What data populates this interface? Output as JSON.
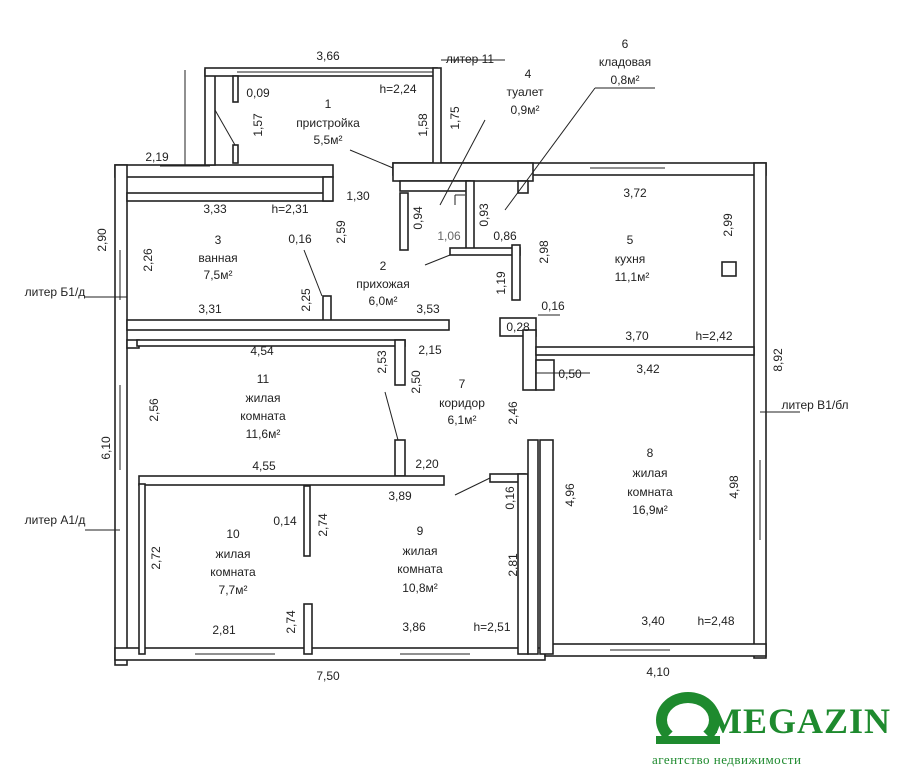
{
  "rooms": [
    {
      "id": "r1",
      "num": "1",
      "name": "пристройка",
      "area": "5,5м²",
      "h": "h=2,24"
    },
    {
      "id": "r2",
      "num": "2",
      "name": "прихожая",
      "area": "6,0м²"
    },
    {
      "id": "r3",
      "num": "3",
      "name": "ванная",
      "area": "7,5м²",
      "h": "h=2,31"
    },
    {
      "id": "r4",
      "num": "4",
      "name": "туалет",
      "area": "0,9м²"
    },
    {
      "id": "r5",
      "num": "5",
      "name": "кухня",
      "area": "11,1м²",
      "h": "h=2,42"
    },
    {
      "id": "r6",
      "num": "6",
      "name": "кладовая",
      "area": "0,8м²"
    },
    {
      "id": "r7",
      "num": "7",
      "name": "коридор",
      "area": "6,1м²"
    },
    {
      "id": "r8",
      "num": "8",
      "name1": "жилая",
      "name2": "комната",
      "area": "16,9м²",
      "h": "h=2,48"
    },
    {
      "id": "r9",
      "num": "9",
      "name1": "жилая",
      "name2": "комната",
      "area": "10,8м²",
      "h": "h=2,51"
    },
    {
      "id": "r10",
      "num": "10",
      "name1": "жилая",
      "name2": "комната",
      "area": "7,7м²"
    },
    {
      "id": "r11",
      "num": "11",
      "name1": "жилая",
      "name2": "комната",
      "area": "11,6м²"
    }
  ],
  "dimensions": {
    "d366": "3,66",
    "d009": "0,09",
    "d157": "1,57",
    "d158": "1,58",
    "d175": "1,75",
    "d219": "2,19",
    "d130": "1,30",
    "d333": "3,33",
    "d259": "2,59",
    "d016a": "0,16",
    "d226": "2,26",
    "d290": "2,90",
    "d331": "3,31",
    "d225": "2,25",
    "d353": "3,53",
    "d094": "0,94",
    "d093": "0,93",
    "d106": "1,06",
    "d086": "0,86",
    "d298": "2,98",
    "d119": "1,19",
    "d016b": "0,16",
    "d028": "0,28",
    "d372": "3,72",
    "d299": "2,99",
    "d370": "3,70",
    "d892": "8,92",
    "d050": "0,50",
    "d342": "3,42",
    "d454": "4,54",
    "d253": "2,53",
    "d215": "2,15",
    "d250": "2,50",
    "d256": "2,56",
    "d246": "2,46",
    "d610": "6,10",
    "d455": "4,55",
    "d220": "2,20",
    "d389": "3,89",
    "d016c": "0,16",
    "d496": "4,96",
    "d498": "4,98",
    "d014": "0,14",
    "d274a": "2,74",
    "d272": "2,72",
    "d281a": "2,81",
    "d274b": "2,74",
    "d281b": "2,81",
    "d386": "3,86",
    "d340": "3,40",
    "d750": "7,50",
    "d410": "4,10"
  },
  "liters": {
    "l11": "литер 11",
    "lb1": "литер Б1/д",
    "la1": "литер А1/д",
    "lv1": "литер В1/бл"
  },
  "logo": {
    "brand": "MEGAZIN",
    "tagline": "агентство недвижимости",
    "color": "#1e8a2e"
  }
}
